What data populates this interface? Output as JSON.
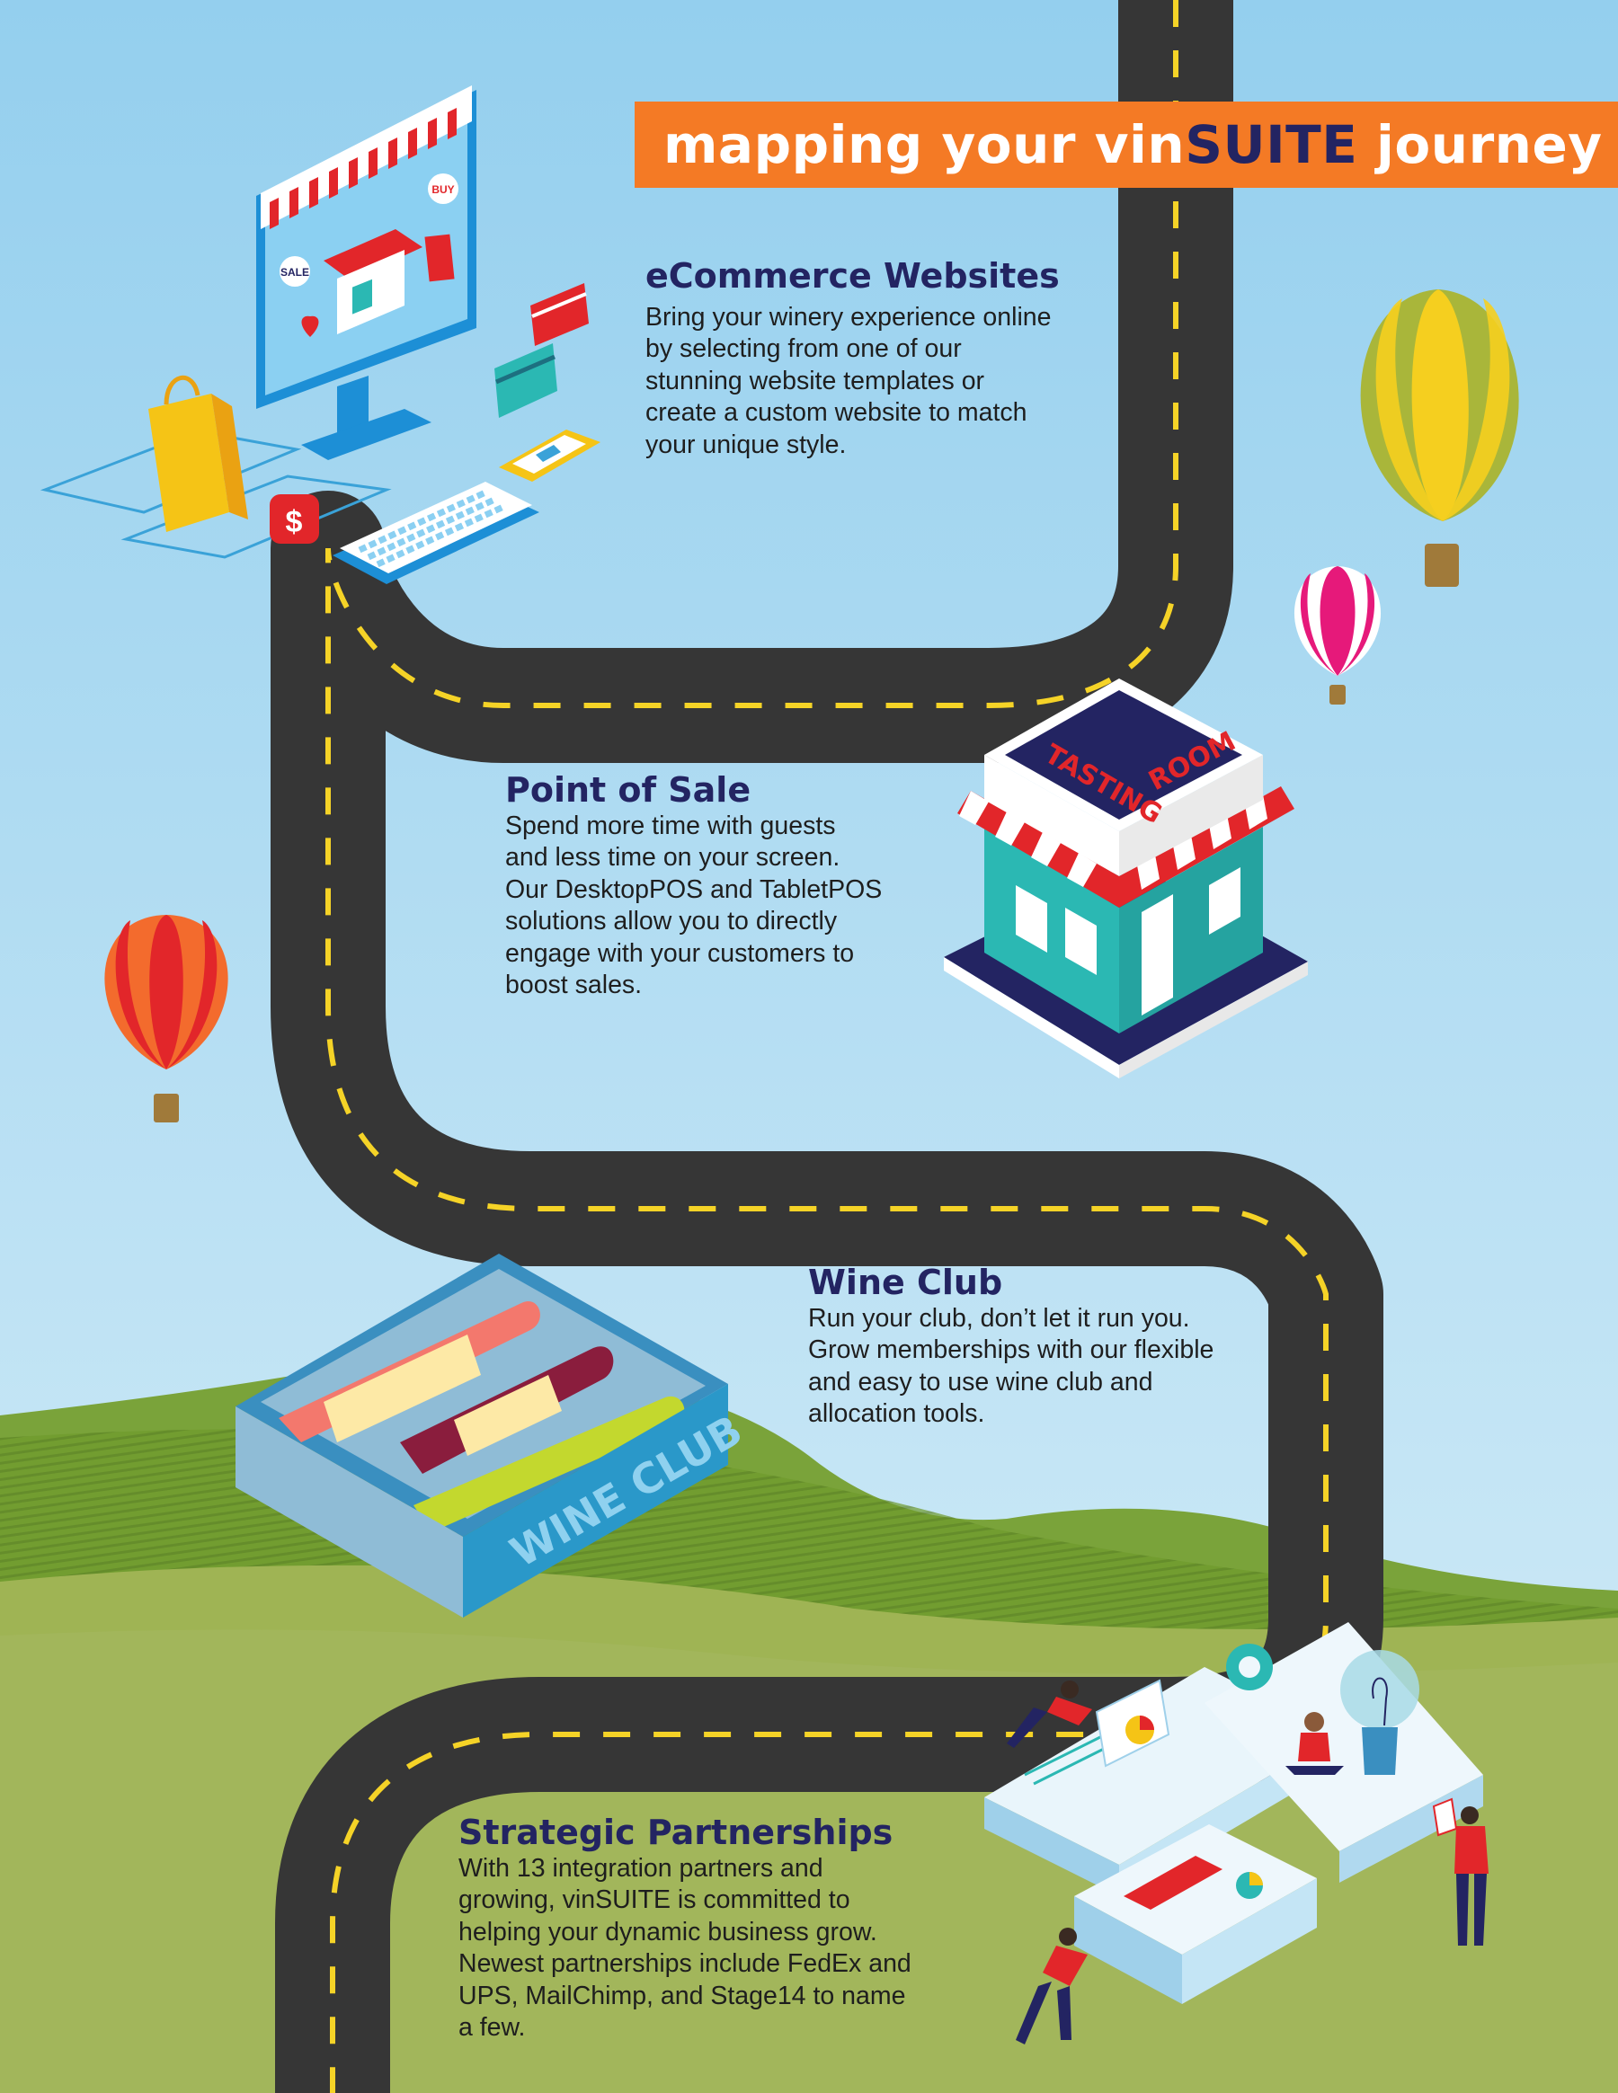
{
  "banner": {
    "title_prefix": "mapping your vin",
    "title_brand": "SUITE",
    "title_suffix": " journey"
  },
  "sections": [
    {
      "title": "eCommerce Websites",
      "body": "Bring your winery experience online by selecting from one of our stunning website templates or create a custom website to match your unique style."
    },
    {
      "title": "Point of Sale",
      "body": "Spend more time with guests and less time on your screen. Our DesktopPOS and TabletPOS solutions allow you to directly engage with your customers to boost sales."
    },
    {
      "title": "Wine Club",
      "body": "Run your club, don’t let it run you. Grow memberships with our flexible and easy to use wine club and allocation tools."
    },
    {
      "title": "Strategic Partnerships",
      "body": "With 13 integration partners and growing, vinSUITE is committed to helping your dynamic business grow. Newest partnerships include FedEx and UPS, MailChimp, and Stage14 to name a few."
    }
  ],
  "illustrations": {
    "monitor": {
      "sale_tag": "SALE",
      "buy_tag": "BUY",
      "price_symbol": "$"
    },
    "tasting_room": {
      "sign_left": "TASTING",
      "sign_right": "ROOM"
    },
    "wine_box": {
      "label": "WINE CLUB"
    }
  },
  "colors": {
    "accent": "#f47a25",
    "brand_navy": "#232462",
    "road": "#363636",
    "road_dash": "#f5d327",
    "sky": "#9fd2ef",
    "hills": "#85a83a"
  }
}
